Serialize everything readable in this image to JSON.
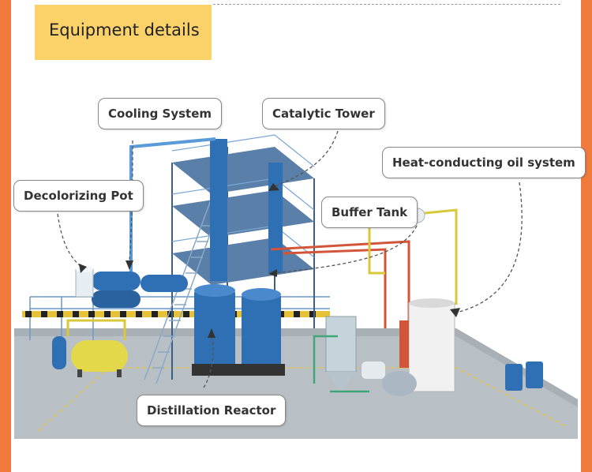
{
  "header": {
    "title": "Equipment details"
  },
  "labels": {
    "cooling_system": "Cooling System",
    "catalytic_tower": "Catalytic Tower",
    "heat_conducting": "Heat-conducting oil system",
    "decolorizing_pot": "Decolorizing Pot",
    "buffer_tank": "Buffer Tank",
    "distillation_reactor": "Distillation Reactor"
  },
  "colors": {
    "accent": "#f07a3c",
    "header_bg": "#fbd26a",
    "steel_blue": "#2f6fb3",
    "pipe_yellow": "#d8c93a",
    "pipe_red": "#d2553a",
    "floor": "#b8c0c6"
  }
}
